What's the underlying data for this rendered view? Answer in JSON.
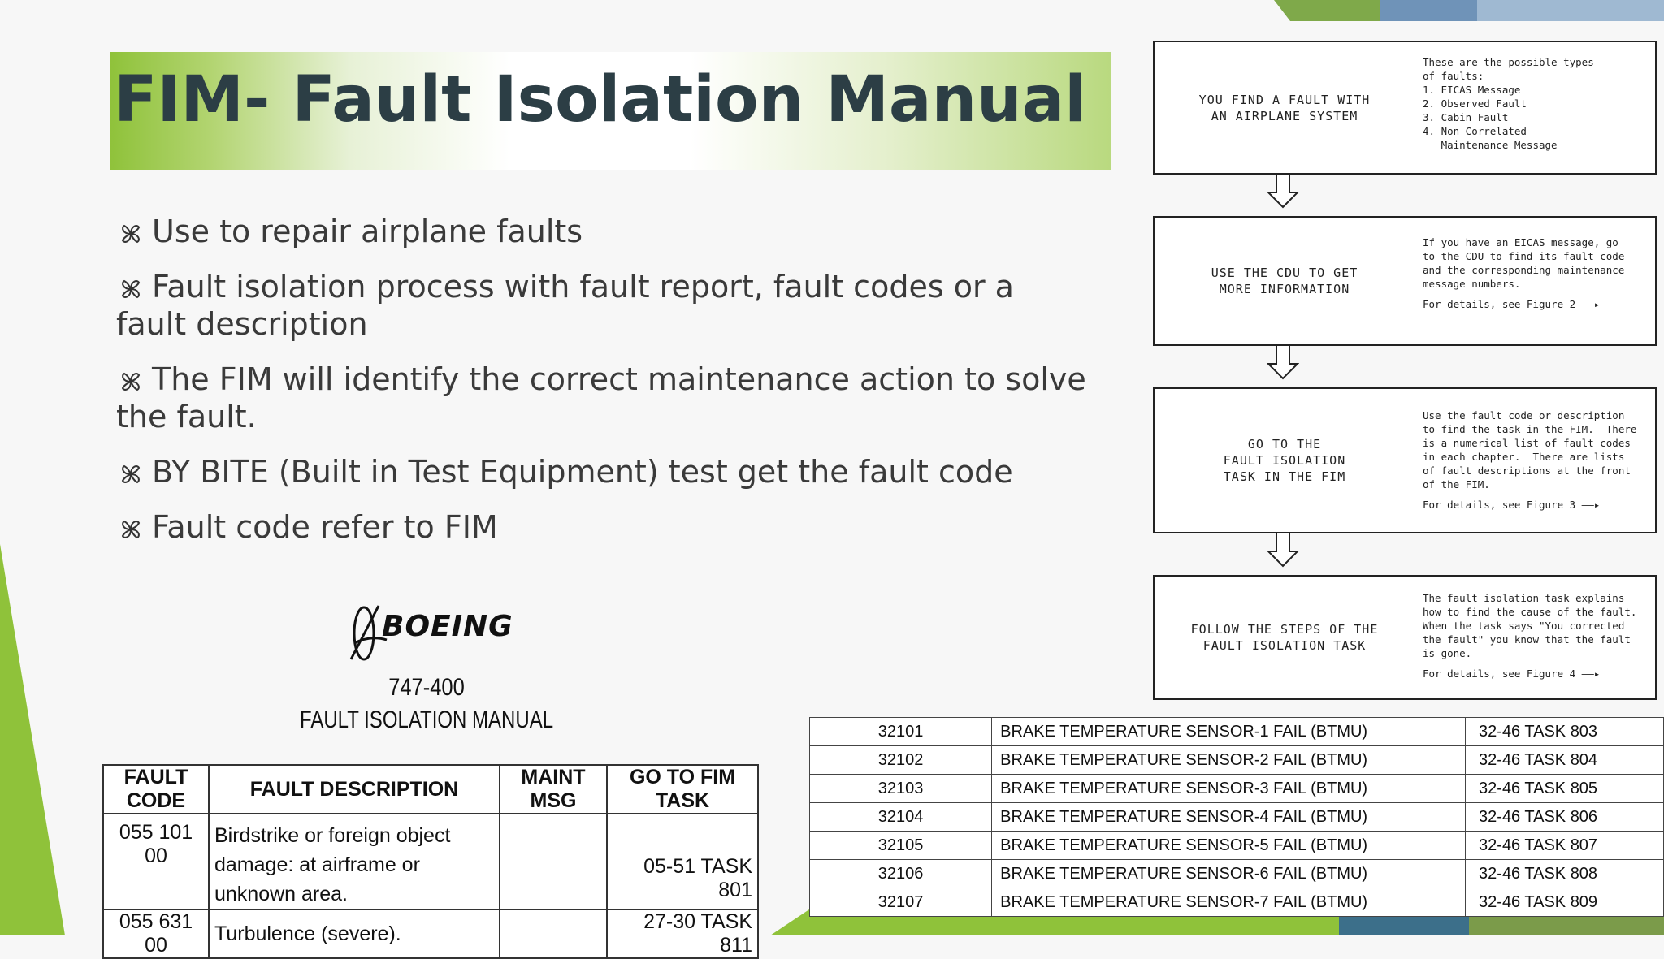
{
  "slide": {
    "title": "FIM- Fault Isolation Manual",
    "bullets": [
      "Use to repair airplane faults",
      "Fault isolation process with fault report, fault codes or a fault description",
      "The FIM will identify the correct maintenance action to solve the fault.",
      "BY BITE (Built in Test Equipment) test get the fault code",
      "Fault code refer to FIM"
    ],
    "colors": {
      "accent_green": "#8fc23a",
      "title_text": "#2c3e45",
      "body_text": "#3a3a3a"
    }
  },
  "flowchart": {
    "steps": [
      {
        "left": "YOU FIND A FAULT WITH\nAN AIRPLANE SYSTEM",
        "right": "These are the possible types\nof faults:\n1. EICAS Message\n2. Observed Fault\n3. Cabin Fault\n4. Non-Correlated\n   Maintenance Message",
        "details": ""
      },
      {
        "left": "USE THE CDU TO GET\nMORE INFORMATION",
        "right": "If you have an EICAS message, go\nto the CDU to find its fault code\nand the corresponding maintenance\nmessage numbers.",
        "details": "For details, see Figure 2 ——▸"
      },
      {
        "left": "GO TO THE\nFAULT ISOLATION\nTASK IN THE FIM",
        "right": "Use the fault code or description\nto find the task in the FIM.  There\nis a numerical list of fault codes\nin each chapter.  There are lists\nof fault descriptions at the front\nof the FIM.",
        "details": "For details, see Figure 3 ——▸"
      },
      {
        "left": "FOLLOW THE STEPS OF THE\nFAULT ISOLATION TASK",
        "right": "The fault isolation task explains\nhow to find the cause of the fault.\nWhen the task says \"You corrected\nthe fault\" you know that the fault\nis gone.",
        "details": "For details, see Figure 4 ——▸"
      }
    ]
  },
  "boeing_doc": {
    "brand": "BOEING",
    "model": "747-400",
    "manual_title": "FAULT ISOLATION MANUAL",
    "table": {
      "headers": [
        "FAULT CODE",
        "FAULT DESCRIPTION",
        "MAINT MSG",
        "GO TO FIM TASK"
      ],
      "rows": [
        {
          "code": "055 101 00",
          "desc": "Birdstrike or foreign object damage:  at airframe or unknown area.",
          "msg": "",
          "task": "05-51 TASK 801"
        },
        {
          "code": "055 631 00",
          "desc": "Turbulence (severe).",
          "msg": "",
          "task": "27-30 TASK 811"
        }
      ]
    }
  },
  "code_table": {
    "rows": [
      {
        "code": "32101",
        "desc": "BRAKE TEMPERATURE SENSOR-1 FAIL (BTMU)",
        "task": "32-46 TASK 803"
      },
      {
        "code": "32102",
        "desc": "BRAKE TEMPERATURE SENSOR-2 FAIL (BTMU)",
        "task": "32-46 TASK 804"
      },
      {
        "code": "32103",
        "desc": "BRAKE TEMPERATURE SENSOR-3 FAIL (BTMU)",
        "task": "32-46 TASK 805"
      },
      {
        "code": "32104",
        "desc": "BRAKE TEMPERATURE SENSOR-4 FAIL (BTMU)",
        "task": "32-46 TASK 806"
      },
      {
        "code": "32105",
        "desc": "BRAKE TEMPERATURE SENSOR-5 FAIL (BTMU)",
        "task": "32-46 TASK 807"
      },
      {
        "code": "32106",
        "desc": "BRAKE TEMPERATURE SENSOR-6 FAIL (BTMU)",
        "task": "32-46 TASK 808"
      },
      {
        "code": "32107",
        "desc": "BRAKE TEMPERATURE SENSOR-7 FAIL (BTMU)",
        "task": "32-46 TASK 809"
      }
    ]
  }
}
